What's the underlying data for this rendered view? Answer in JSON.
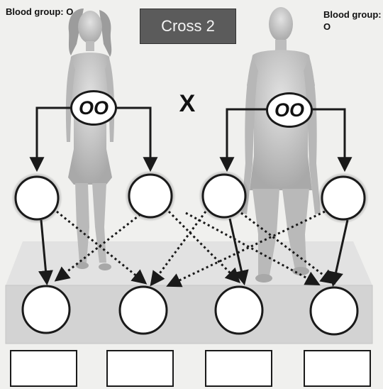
{
  "diagram": {
    "title": "Cross 2",
    "mother": {
      "blood_group_label": "Blood group: O",
      "genotype": "OO"
    },
    "father": {
      "blood_group_label": "Blood group: O",
      "genotype": "OO"
    },
    "cross_symbol": "X",
    "gamete_count": 4,
    "offspring_count": 4,
    "answer_boxes_count": 4
  },
  "colors": {
    "background": "#f0f0ee",
    "platform": "#d6d6d6",
    "title_box": "#5b5b5b",
    "stroke": "#1a1a1a",
    "figure_skin": "#c8c8c8"
  },
  "icons": [
    "female-figure-icon",
    "male-figure-icon",
    "arrow-icon"
  ]
}
